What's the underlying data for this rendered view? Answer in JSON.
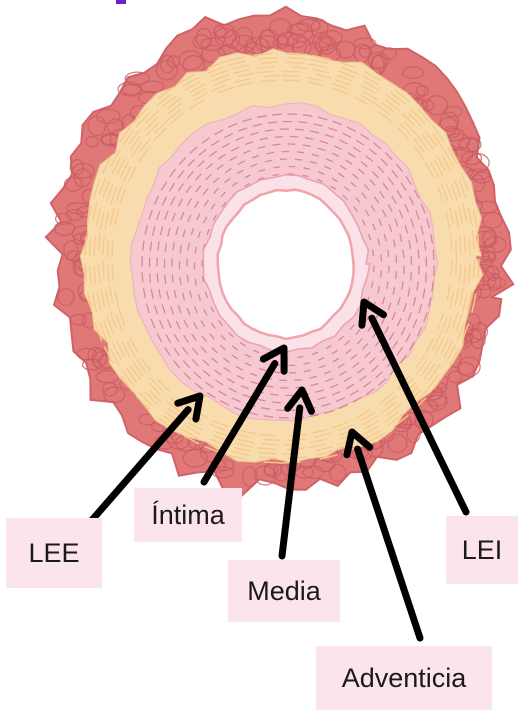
{
  "colors": {
    "adventitia_outer": "#e07878",
    "adventitia_cell_border": "#c95d63",
    "adventitia_edge": "#cf6368",
    "yellow_layer": "#f9dcae",
    "yellow_line": "#f5c98c",
    "media_fill": "#f6c9d1",
    "media_dash": "#d98895",
    "intima_fill": "#fbe1e8",
    "lumen_edge": "#f1a3a9",
    "lumen": "#ffffff",
    "arrow": "#000000",
    "label_bg": "#fce4ef",
    "accent": "#6b21c8"
  },
  "labels": {
    "lee": "LEE",
    "intima": "Íntima",
    "media": "Media",
    "lei": "LEI",
    "adventicia": "Adventicia"
  }
}
